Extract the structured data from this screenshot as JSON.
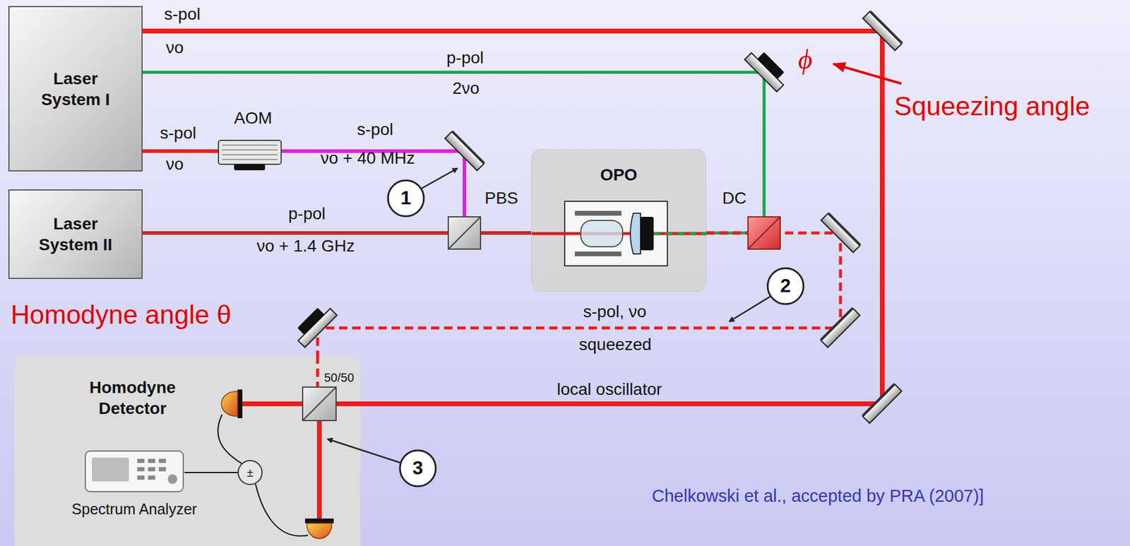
{
  "diagram": {
    "nodes": [
      {
        "text": [
          "Laser System I"
        ]
      },
      {
        "text": [
          "Laser System II"
        ]
      },
      {
        "text": [
          "OPO"
        ]
      },
      {
        "text": [
          "Homodyne Detector"
        ]
      },
      {
        "text": [
          "Spectrum Analyzer"
        ],
        "in": 3
      }
    ],
    "edges": [
      {
        "from": 0,
        "to": 3,
        "arrow": "none"
      },
      {
        "from": 0,
        "to": 2,
        "arrow": "none"
      },
      {
        "from": 0,
        "to": 2,
        "arrow": "none"
      },
      {
        "from": 1,
        "to": 2,
        "arrow": "none"
      },
      {
        "from": 2,
        "to": 3,
        "arrow": "none"
      }
    ],
    "labels": [
      "s-pol",
      "νo",
      "p-pol",
      "2νo",
      "s-pol",
      "νo",
      "AOM",
      "s-pol",
      "νo + 40 MHz",
      "1",
      "PBS",
      "p-pol",
      "νo + 1.4 GHz",
      "DC",
      "ϕ",
      "Squeezing angle",
      "2",
      "s-pol, νo",
      "squeezed",
      "Homodyne angle θ",
      "local oscillator",
      "50/50",
      "3",
      "±",
      "Chelkowski et al., accepted by PRA (2007)]"
    ]
  }
}
